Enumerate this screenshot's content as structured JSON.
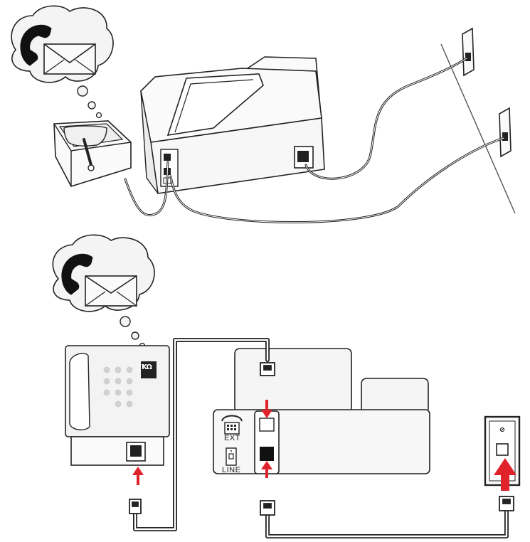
{
  "port_labels": {
    "ext": "EXT",
    "line": "LINE"
  },
  "phone_button_text": "ꝀΩ",
  "icons": [
    "phone-icon",
    "envelope-icon",
    "arrow-icon"
  ],
  "colors": {
    "arrow": "#e0232a",
    "line": "#222222",
    "bubble_fill": "#f4f4f4"
  }
}
